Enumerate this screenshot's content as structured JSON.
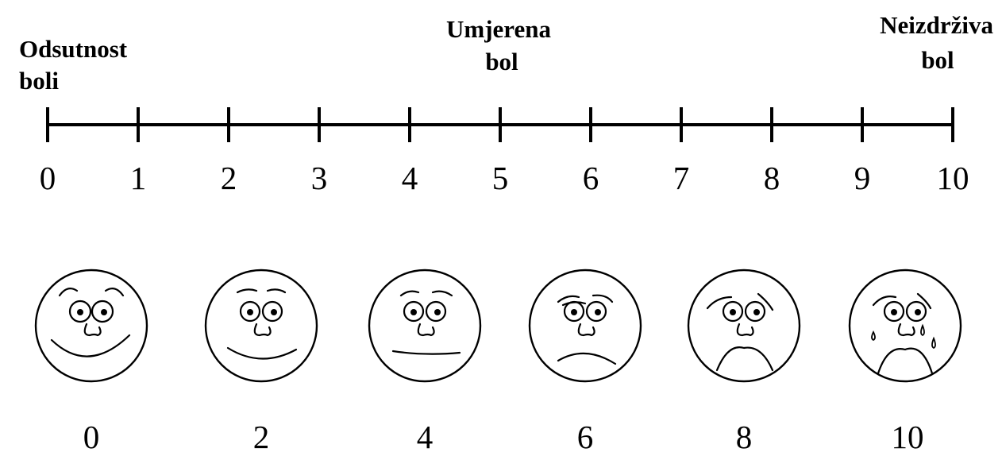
{
  "scale": {
    "min": 0,
    "max": 10,
    "ticks": [
      "0",
      "1",
      "2",
      "3",
      "4",
      "5",
      "6",
      "7",
      "8",
      "9",
      "10"
    ]
  },
  "anchors": [
    {
      "name": "anchor-no-pain",
      "lines": [
        "Odsutnost",
        "boli"
      ],
      "value": 0
    },
    {
      "name": "anchor-moderate-pain",
      "lines": [
        "Umjerena",
        "bol"
      ],
      "value": 5
    },
    {
      "name": "anchor-unbearable-pain",
      "lines": [
        "Neizdrživa",
        "bol"
      ],
      "value": 10
    }
  ],
  "faces": [
    {
      "label": "0",
      "expression": "happy-smile"
    },
    {
      "label": "2",
      "expression": "slight-smile"
    },
    {
      "label": "4",
      "expression": "neutral"
    },
    {
      "label": "6",
      "expression": "sad"
    },
    {
      "label": "8",
      "expression": "very-sad"
    },
    {
      "label": "10",
      "expression": "crying"
    }
  ]
}
